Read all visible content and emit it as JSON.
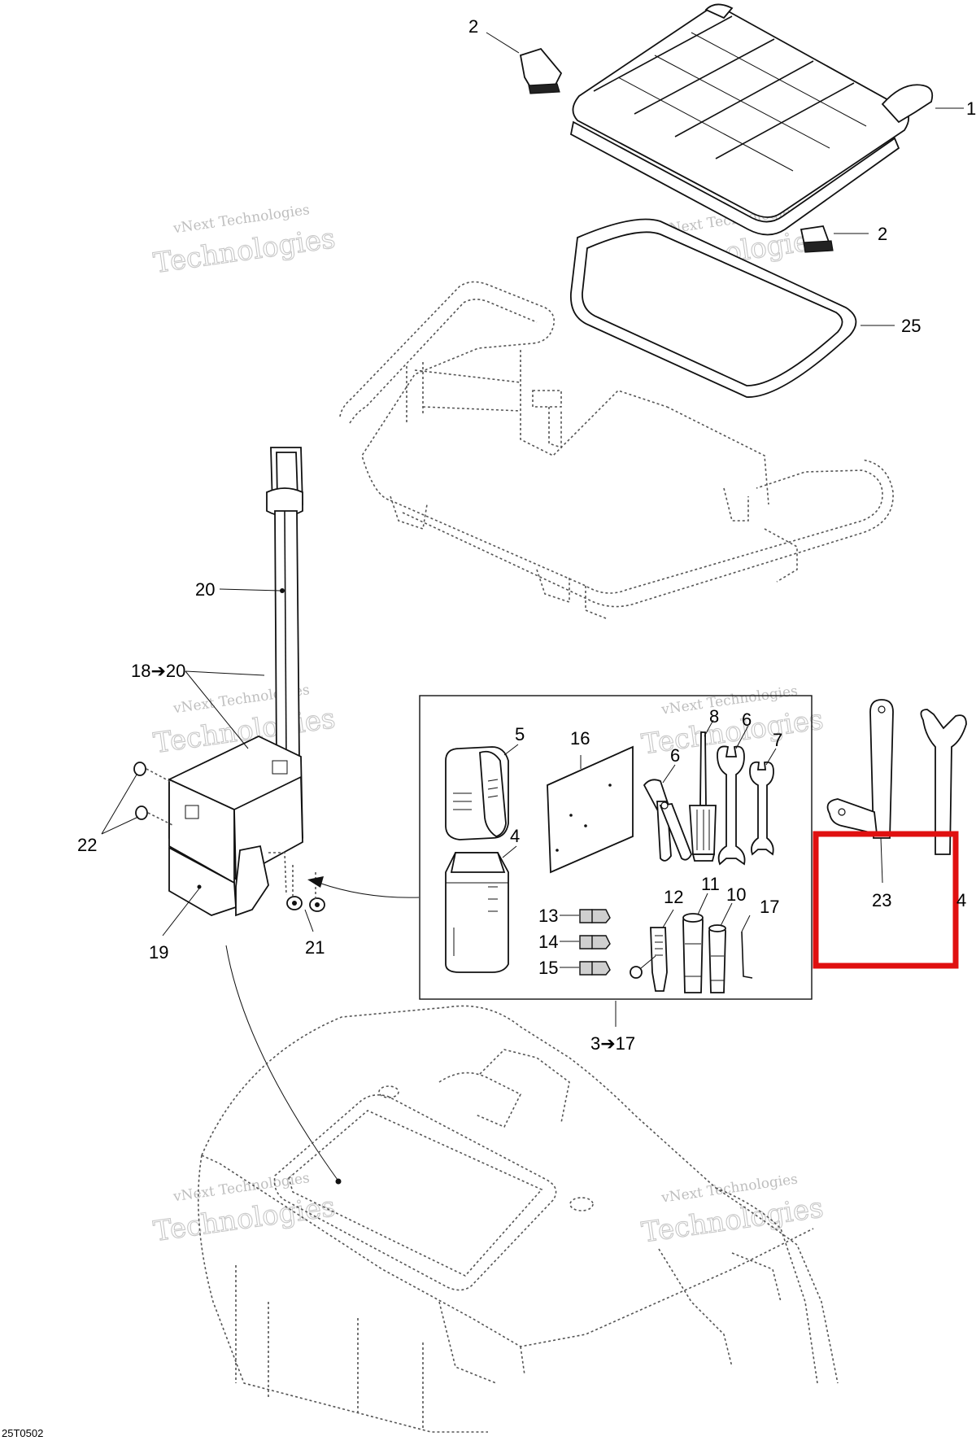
{
  "diagram_code": "25T0502",
  "watermark": {
    "line1": "vNext Technologies",
    "line2": "Technologies"
  },
  "callouts": [
    {
      "id": "c1",
      "text": "1"
    },
    {
      "id": "c2a",
      "text": "2"
    },
    {
      "id": "c2b",
      "text": "2"
    },
    {
      "id": "c25",
      "text": "25"
    },
    {
      "id": "c20",
      "text": "20"
    },
    {
      "id": "c18",
      "text": "18➔20"
    },
    {
      "id": "c22",
      "text": "22"
    },
    {
      "id": "c19",
      "text": "19"
    },
    {
      "id": "c21",
      "text": "21"
    },
    {
      "id": "c5",
      "text": "5"
    },
    {
      "id": "c4a",
      "text": "4"
    },
    {
      "id": "c16",
      "text": "16"
    },
    {
      "id": "c6a",
      "text": "6"
    },
    {
      "id": "c8",
      "text": "8"
    },
    {
      "id": "c6b",
      "text": "6"
    },
    {
      "id": "c7",
      "text": "7"
    },
    {
      "id": "c13",
      "text": "13"
    },
    {
      "id": "c14",
      "text": "14"
    },
    {
      "id": "c15",
      "text": "15"
    },
    {
      "id": "c12",
      "text": "12"
    },
    {
      "id": "c11",
      "text": "11"
    },
    {
      "id": "c10",
      "text": "10"
    },
    {
      "id": "c17",
      "text": "17"
    },
    {
      "id": "c3",
      "text": "3➔17"
    },
    {
      "id": "c23",
      "text": "23"
    },
    {
      "id": "c4b",
      "text": "4"
    }
  ],
  "highlight": {
    "target": "23",
    "color": "#e01010"
  },
  "colors": {
    "ink": "#111111",
    "watermark": "#8a8a8a",
    "background": "#ffffff"
  }
}
